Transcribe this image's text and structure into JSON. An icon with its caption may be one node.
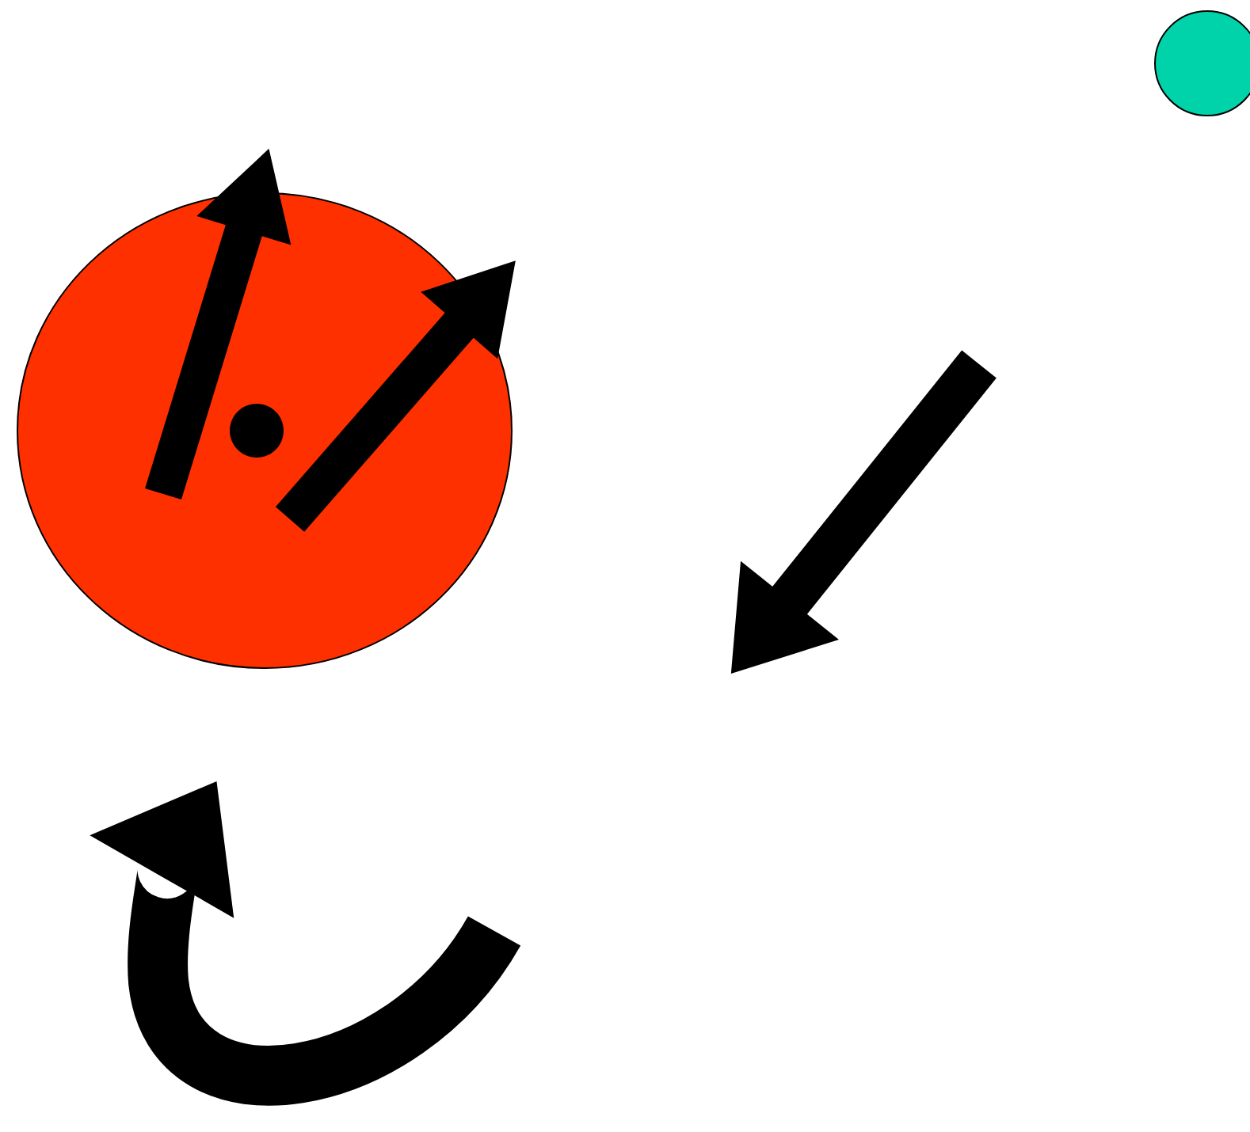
{
  "diagram": {
    "nodes": [
      {
        "text": [],
        "shape": "circle"
      },
      {
        "text": [],
        "shape": "circle",
        "in": 0
      },
      {
        "text": [],
        "shape": "circle"
      }
    ]
  }
}
